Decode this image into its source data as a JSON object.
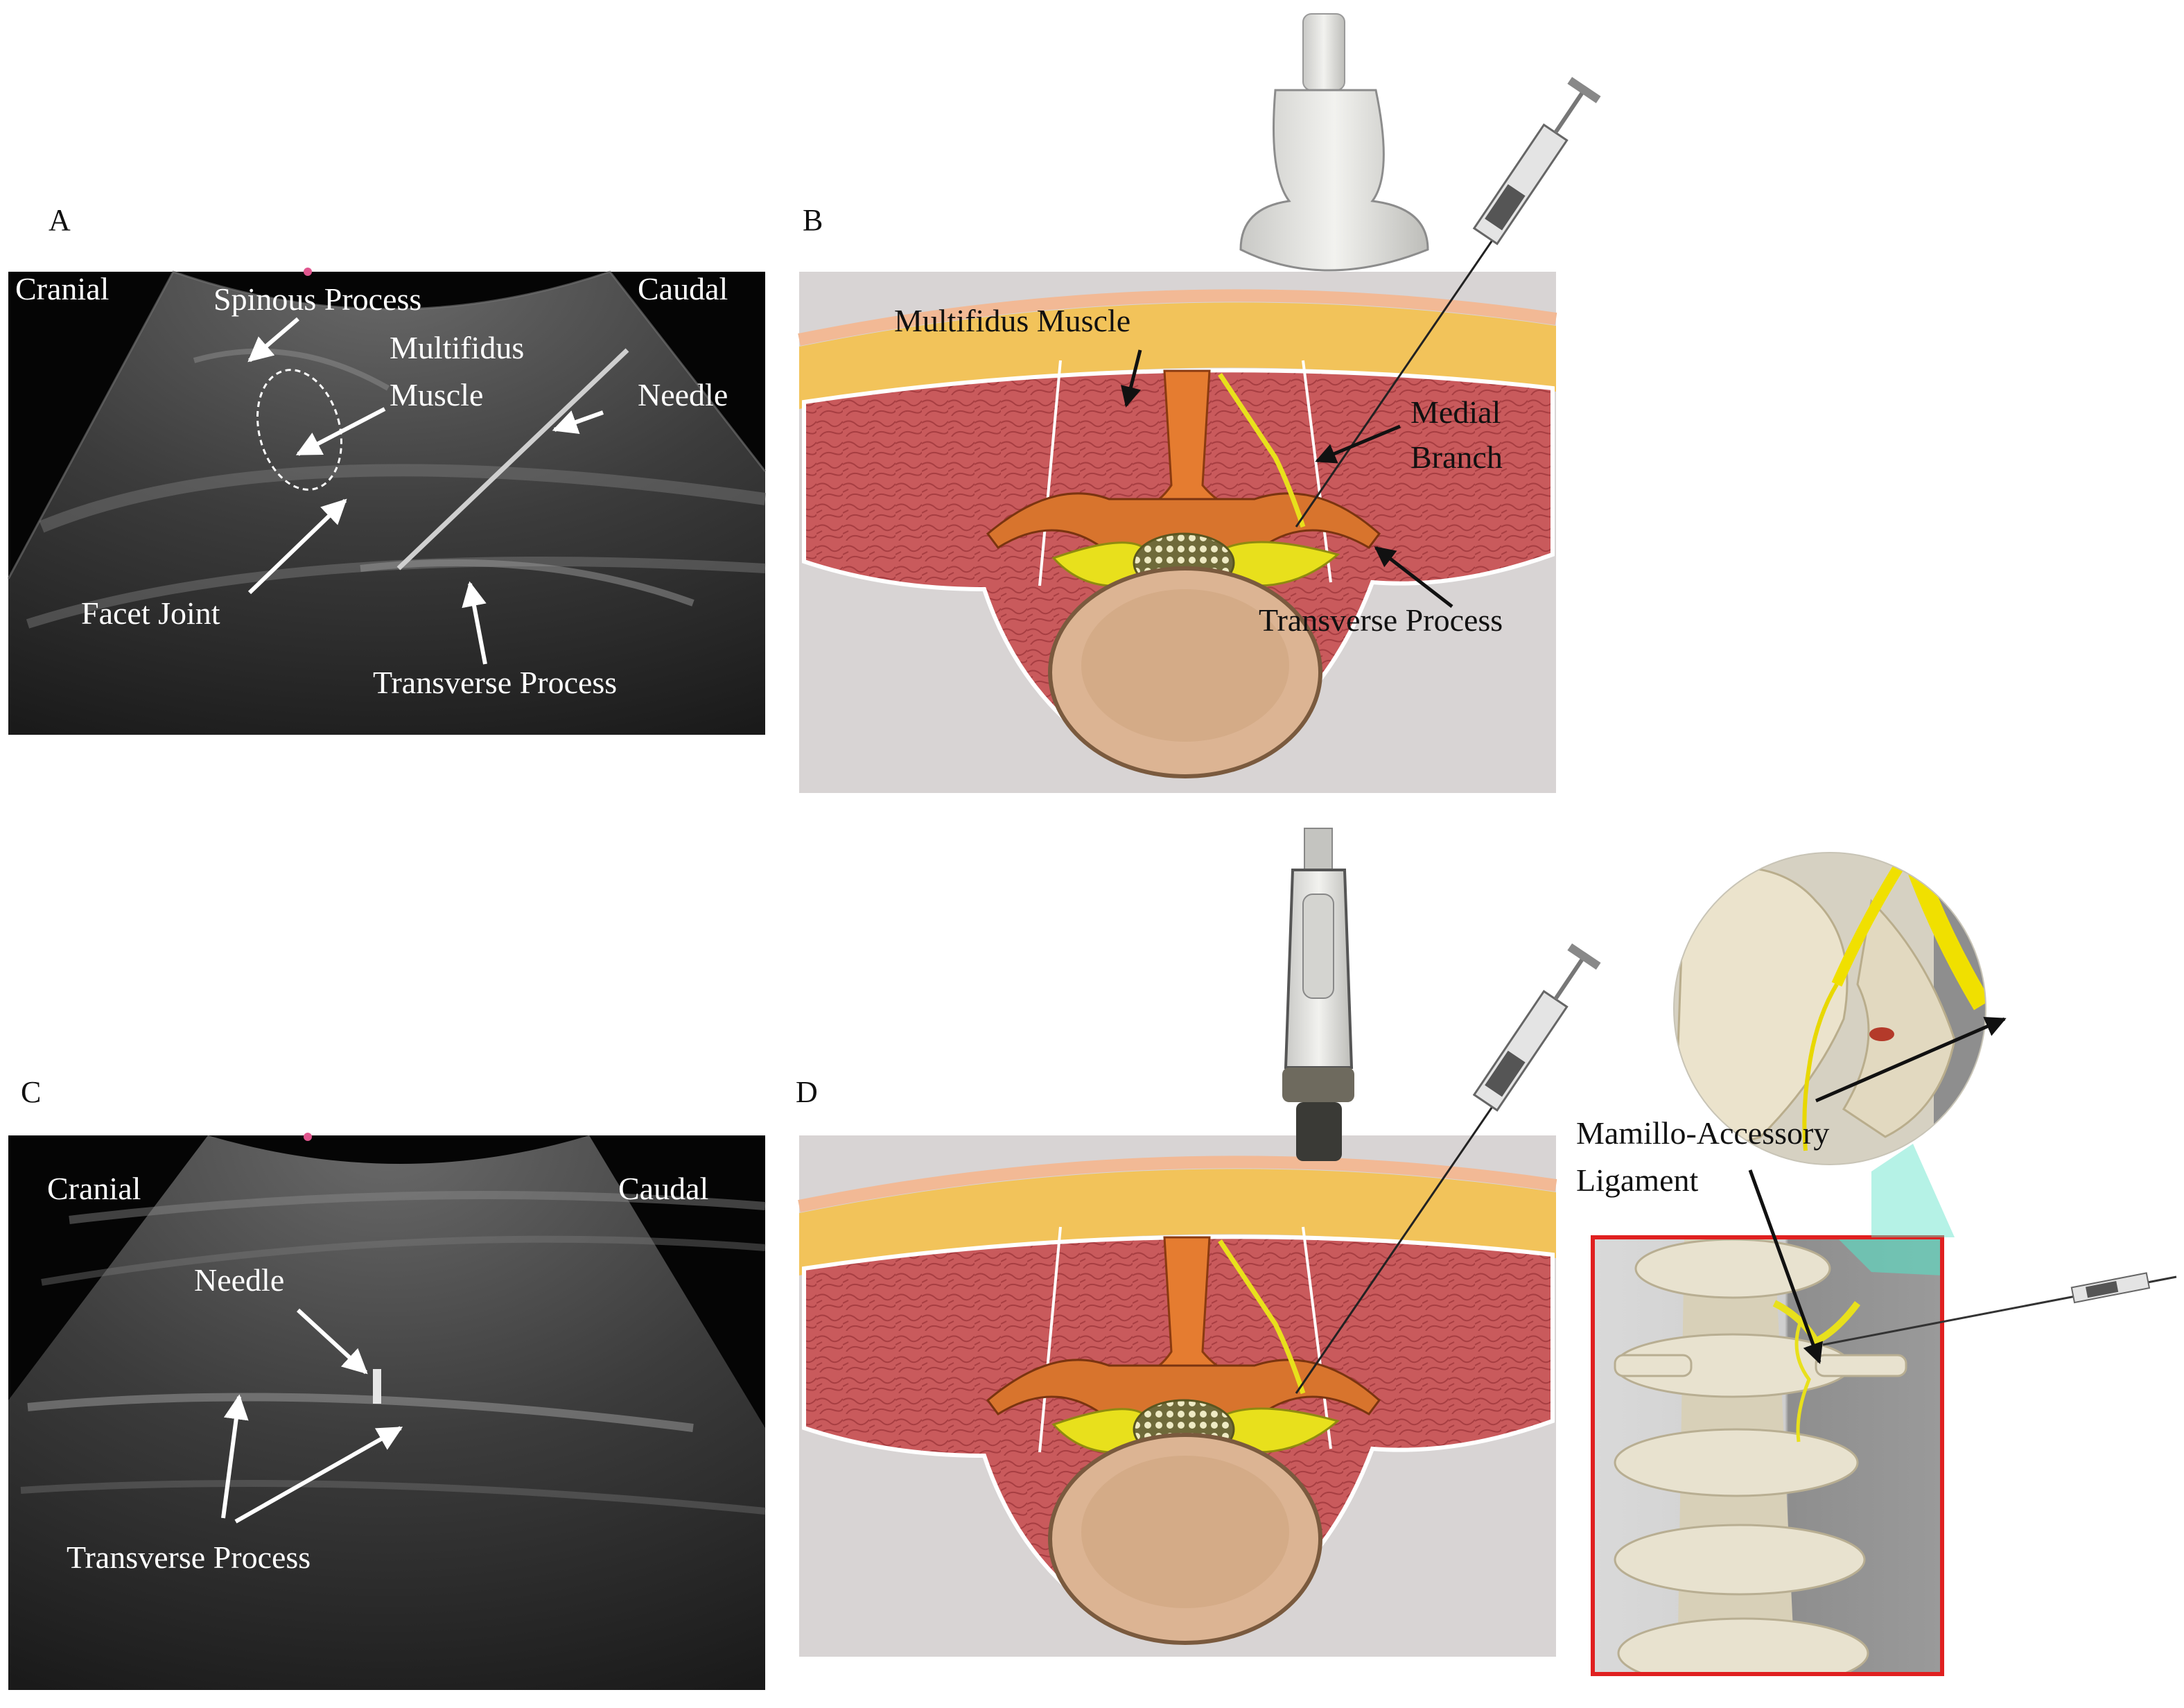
{
  "panels": {
    "A": {
      "letter": "A",
      "labels": {
        "cranial": "Cranial",
        "caudal": "Caudal",
        "spinous_process": "Spinous Process",
        "multifidus_line1": "Multifidus",
        "multifidus_line2": "Muscle",
        "needle": "Needle",
        "facet_joint": "Facet Joint",
        "transverse_process": "Transverse Process"
      }
    },
    "B": {
      "letter": "B",
      "labels": {
        "multifidus_muscle": "Multifidus Muscle",
        "medial_line1": "Medial",
        "medial_line2": "Branch",
        "transverse_process": "Transverse Process"
      }
    },
    "C": {
      "letter": "C",
      "labels": {
        "cranial": "Cranial",
        "caudal": "Caudal",
        "needle": "Needle",
        "transverse_process": "Transverse Process"
      }
    },
    "D": {
      "letter": "D",
      "labels": {
        "mamillo_line1": "Mamillo-Accessory",
        "mamillo_line2": "Ligament"
      }
    }
  },
  "colors": {
    "ultrasound_bg": "#050505",
    "ultrasound_tissue": "#4a4a4a",
    "muscle": "#c8575a",
    "muscle_dark": "#a8393e",
    "fat": "#f3c04a",
    "skin": "#f2b995",
    "bone_orange": "#e27b32",
    "vertebral_body": "#d9b48f",
    "nerve": "#e8e01c",
    "inset_frame": "#e02020",
    "spine_bone": "#e8e2cf",
    "tissue_bg": "#d6d3d3"
  }
}
